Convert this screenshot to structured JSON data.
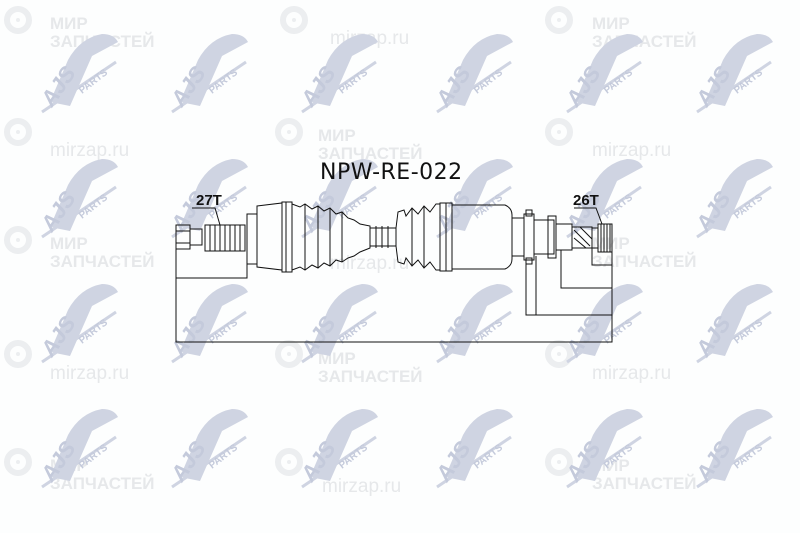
{
  "title": "NPW-RE-022",
  "labels": {
    "left_spline": "27T",
    "right_spline": "26T"
  },
  "watermarks": {
    "brand_logo": "AJS PARTS",
    "ru_line1": "МИР",
    "ru_line2": "ЗАПЧАСТЕЙ",
    "url": "mirzap.ru"
  },
  "colors": {
    "background": "#fdfefe",
    "line": "#111111",
    "watermark_logo": "#c9cfdf",
    "watermark_text": "#e6e8ea"
  }
}
